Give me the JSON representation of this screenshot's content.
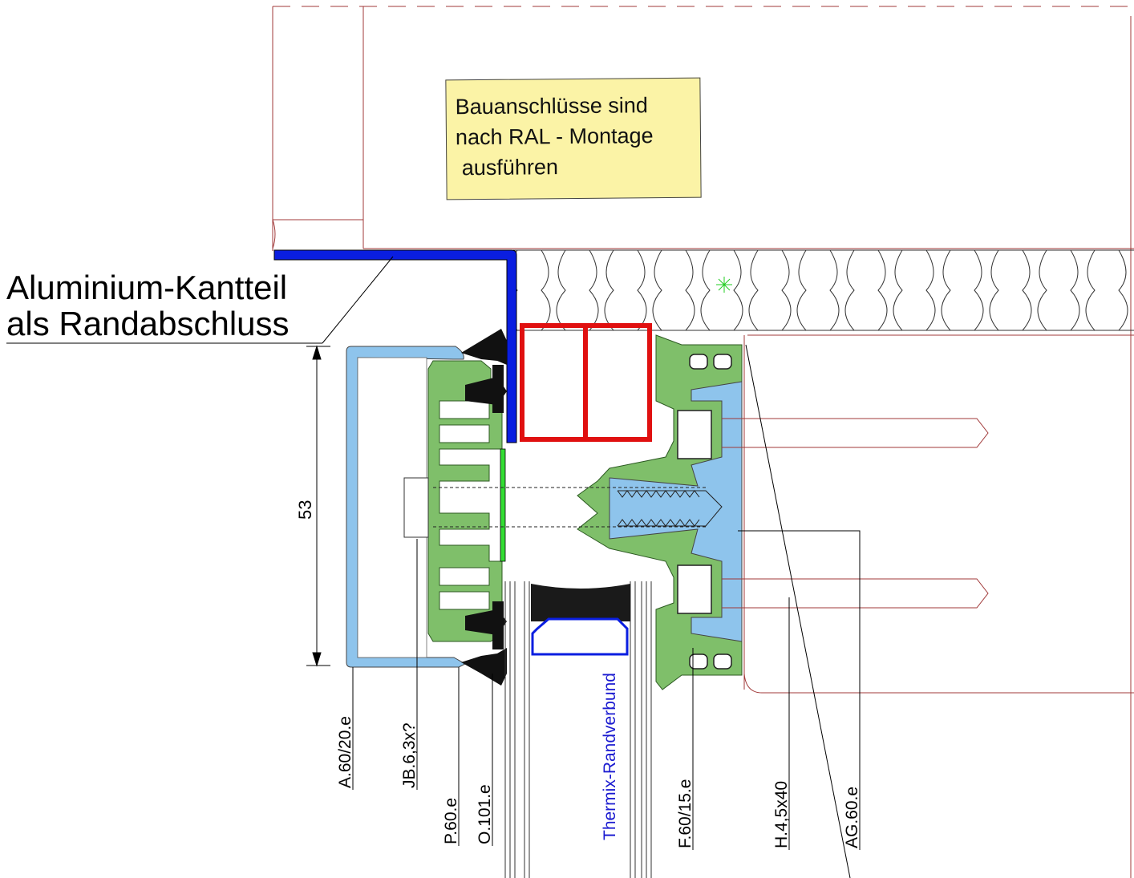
{
  "note": {
    "lines": [
      "Bauanschlüsse sind",
      "nach RAL - Montage",
      " ausführen"
    ],
    "background": "#fbf3a6"
  },
  "headline": {
    "line1": "Aluminium-Kantteil",
    "line2": "als Randabschluss"
  },
  "dimension": {
    "value": "53"
  },
  "labels": {
    "a": "A.60/20.e",
    "jb": "JB.6,3x?",
    "p": "P.60.e",
    "o": "O.101.e",
    "thermix": "Thermix-Randverbund",
    "f": "F.60/15.e",
    "h": "H.4,5x40",
    "ag": "AG.60.e"
  },
  "colors": {
    "aluminium_light_blue": "#8ec4ec",
    "profile_green": "#7fbf6a",
    "gasket_black": "#111111",
    "steel_red": "#e01010",
    "kantteil_blue": "#0a1ee0",
    "thermix_blue": "#1a1ad0",
    "building_line": "#a03838",
    "glass_green": "#33dd33"
  }
}
